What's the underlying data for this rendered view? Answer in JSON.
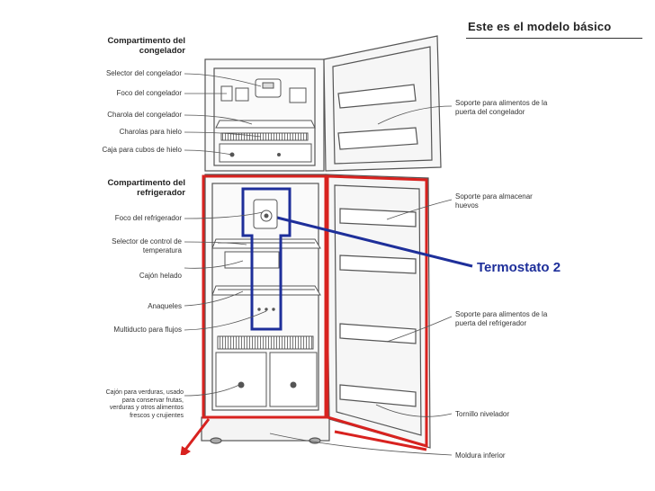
{
  "title": "Este es el modelo básico",
  "callout": "Termostato 2",
  "freezer_header": "Compartimento del congelador",
  "fridge_header": "Compartimento del refrigerador",
  "left_labels": {
    "freezer": [
      "Selector del congelador",
      "Foco del congelador",
      "Charola del congelador",
      "Charolas para hielo",
      "Caja para cubos de hielo"
    ],
    "fridge": [
      "Foco del refrigerador",
      "Selector de control de temperatura",
      "Cajón helado",
      "Anaqueles",
      "Multiducto para flujos"
    ],
    "drawer": "Cajón para verduras, usado para conservar frutas, verduras y otros alimentos frescos y crujientes"
  },
  "right_labels": [
    "Soporte para alimentos de la puerta del congelador",
    "Soporte para almacenar huevos",
    "Soporte para alimentos de la puerta del refrigerador",
    "Tornillo nivelador",
    "Moldura inferior"
  ],
  "colors": {
    "highlight_red": "#d8221f",
    "thermostat_blue": "#1e2f9a",
    "line_gray": "#555555"
  }
}
